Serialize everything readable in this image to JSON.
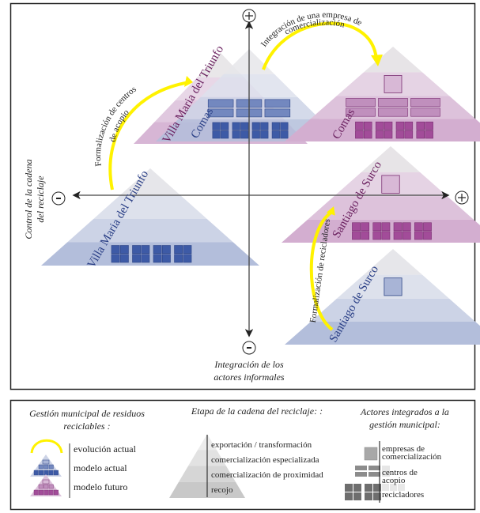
{
  "axes": {
    "x_plus": "+",
    "x_minus": "-",
    "y_plus": "+",
    "y_minus": "-",
    "x_label": [
      "Control de la cadena",
      "del reciclaje"
    ],
    "y_label": [
      "Integración de los",
      "actores informales"
    ]
  },
  "pyramids": [
    {
      "id": "vmt-actual",
      "name": "Villa Maria del Triunfo",
      "model": "actual"
    },
    {
      "id": "vmt-futuro",
      "name": "Villa Maria del Triunfo",
      "model": "futuro"
    },
    {
      "id": "comas-actual",
      "name": "Comas",
      "model": "actual"
    },
    {
      "id": "comas-futuro",
      "name": "Comas",
      "model": "futuro"
    },
    {
      "id": "surco-futuro",
      "name": "Santiago de Surco",
      "model": "futuro"
    },
    {
      "id": "surco-actual",
      "name": "Santiago de Surco",
      "model": "actual"
    }
  ],
  "arrows": [
    {
      "label": [
        "Formalización de centros",
        "de acopio"
      ]
    },
    {
      "label": [
        "Integración de una empresa de",
        "comercialización"
      ]
    },
    {
      "label": [
        "Formalización de recicladores"
      ]
    }
  ],
  "legend": {
    "gestion": {
      "title": [
        "Gestión municipal de residuos",
        "reciclables :"
      ],
      "items": [
        "evolución actual",
        "modelo actual",
        "modelo futuro"
      ]
    },
    "etapa": {
      "title": "Etapa de la cadena del reciclaje: :",
      "items": [
        "exportación / transformación",
        "comercialización especializada",
        "comercialización de proximidad",
        "recojo"
      ]
    },
    "actores": {
      "title": [
        "Actores integrados a la",
        "gestión municipal:"
      ],
      "items": [
        [
          "empresas de",
          "comercialización"
        ],
        [
          "centros de",
          "acopio"
        ],
        [
          "recicladores"
        ]
      ]
    }
  },
  "colors": {
    "blue_dark": "#3d5aa6",
    "blue_mid": "#7388bf",
    "blue_light": "#a8b4d6",
    "purple_dark": "#a24c99",
    "purple_mid": "#c08fbd",
    "purple_light": "#d8b8d6",
    "yellow": "#fff200",
    "label_blue": "#2a3f86",
    "label_purple": "#6b2160"
  }
}
